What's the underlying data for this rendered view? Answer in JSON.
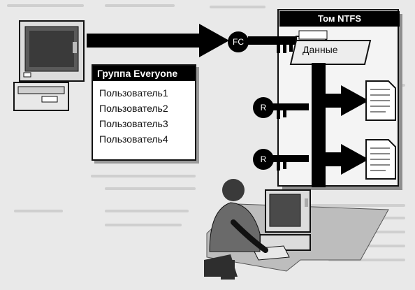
{
  "group": {
    "title": "Группа Everyone",
    "members": [
      "Пользователь1",
      "Пользователь2",
      "Пользователь3",
      "Пользователь4"
    ]
  },
  "volume": {
    "title": "Том NTFS",
    "folder": "Данные"
  },
  "permissions": {
    "full_control": "FC",
    "read_1": "R",
    "read_2": "R"
  },
  "colors": {
    "ink": "#000000",
    "paper": "#e9e9e9",
    "panel": "#ffffff",
    "shade": "#9a9a9a"
  }
}
